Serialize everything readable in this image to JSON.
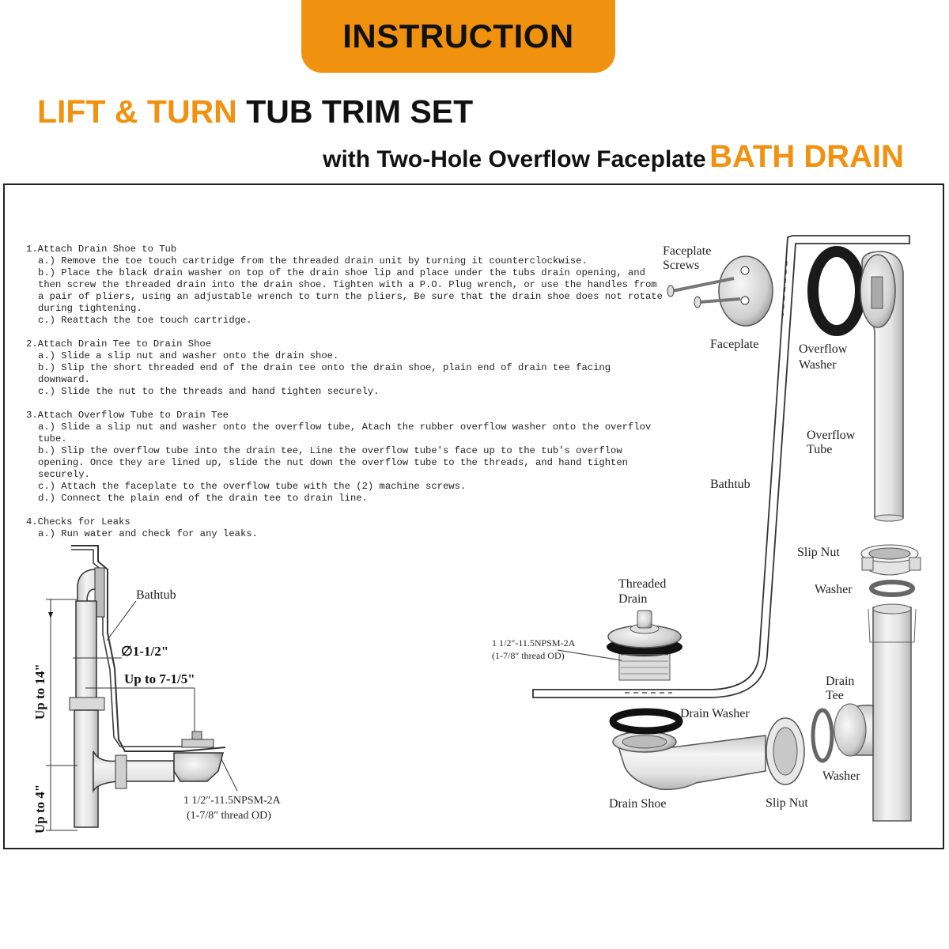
{
  "header": {
    "banner": "INSTRUCTION",
    "title_orange": "LIFT & TURN",
    "title_dark": "TUB TRIM SET",
    "subtitle_dark": "with Two-Hole Overflow Faceplate",
    "subtitle_orange": "BATH DRAIN"
  },
  "colors": {
    "accent": "#f0920f",
    "text": "#111111",
    "frame": "#222222"
  },
  "steps": [
    {
      "title": "1.Attach Drain Shoe to Tub",
      "items": [
        "a.) Remove the toe touch cartridge from the threaded drain unit by turning it counterclockwise.",
        "b.) Place the black drain washer on top of the drain shoe lip and place under the tubs drain opening, and then screw the threaded drain into the drain shoe. Tighten with a P.O. Plug wrench, or use the handles from a pair of pliers, using an adjustable wrench to turn the pliers, Be sure that the drain shoe does not rotate during tightening.",
        "c.) Reattach the toe touch cartridge."
      ]
    },
    {
      "title": "2.Attach Drain Tee to Drain Shoe",
      "items": [
        "a.) Slide a slip nut and washer onto the drain shoe.",
        "b.) Slip the short threaded end of the drain tee onto the drain shoe, plain end of drain tee facing downward.",
        "c.) Slide the nut to the threads and hand tighten securely."
      ]
    },
    {
      "title": "3.Attach Overflow Tube to Drain Tee",
      "items": [
        "a.) Slide a slip nut and washer onto the overflow tube, Atach the rubber overflow washer onto the overflov tube.",
        "b.) Slip the overflow tube into the drain tee, Line the overflow tube's face up to the tub's overflow opening. Once they are lined up, slide the nut down the overflow tube to the threads, and hand tighten securely.",
        "c.) Attach the faceplate to the overflow tube with the (2) machine screws.",
        "d.) Connect the plain end of the drain tee to drain line."
      ]
    },
    {
      "title": "4.Checks for Leaks",
      "items": [
        "a.) Run water and check for any leaks."
      ]
    }
  ],
  "left_diagram": {
    "bathtub": "Bathtub",
    "diameter": "∅1-1/2\"",
    "up_to_7": "Up to 7-1/5\"",
    "up_to_14": "Up to 14\"",
    "up_to_4": "Up to 4\"",
    "thread_spec": "1 1/2″-11.5NPSM-2A",
    "thread_od": "(1-7/8″ thread OD)"
  },
  "right_diagram": {
    "faceplate_screws_1": "Faceplate",
    "faceplate_screws_2": "Screws",
    "faceplate": "Faceplate",
    "overflow_washer_1": "Overflow",
    "overflow_washer_2": "Washer",
    "overflow_tube_1": "Overflow",
    "overflow_tube_2": "Tube",
    "bathtub": "Bathtub",
    "slip_nut_top": "Slip Nut",
    "washer_top": "Washer",
    "threaded_drain_1": "Threaded",
    "threaded_drain_2": "Drain",
    "thread_spec": "1 1/2″-11.5NPSM-2A",
    "thread_od": "(1-7/8″ thread OD)",
    "drain_tee_1": "Drain",
    "drain_tee_2": "Tee",
    "drain_washer": "Drain Washer",
    "washer_bottom": "Washer",
    "drain_shoe": "Drain Shoe",
    "slip_nut_bottom": "Slip Nut"
  }
}
